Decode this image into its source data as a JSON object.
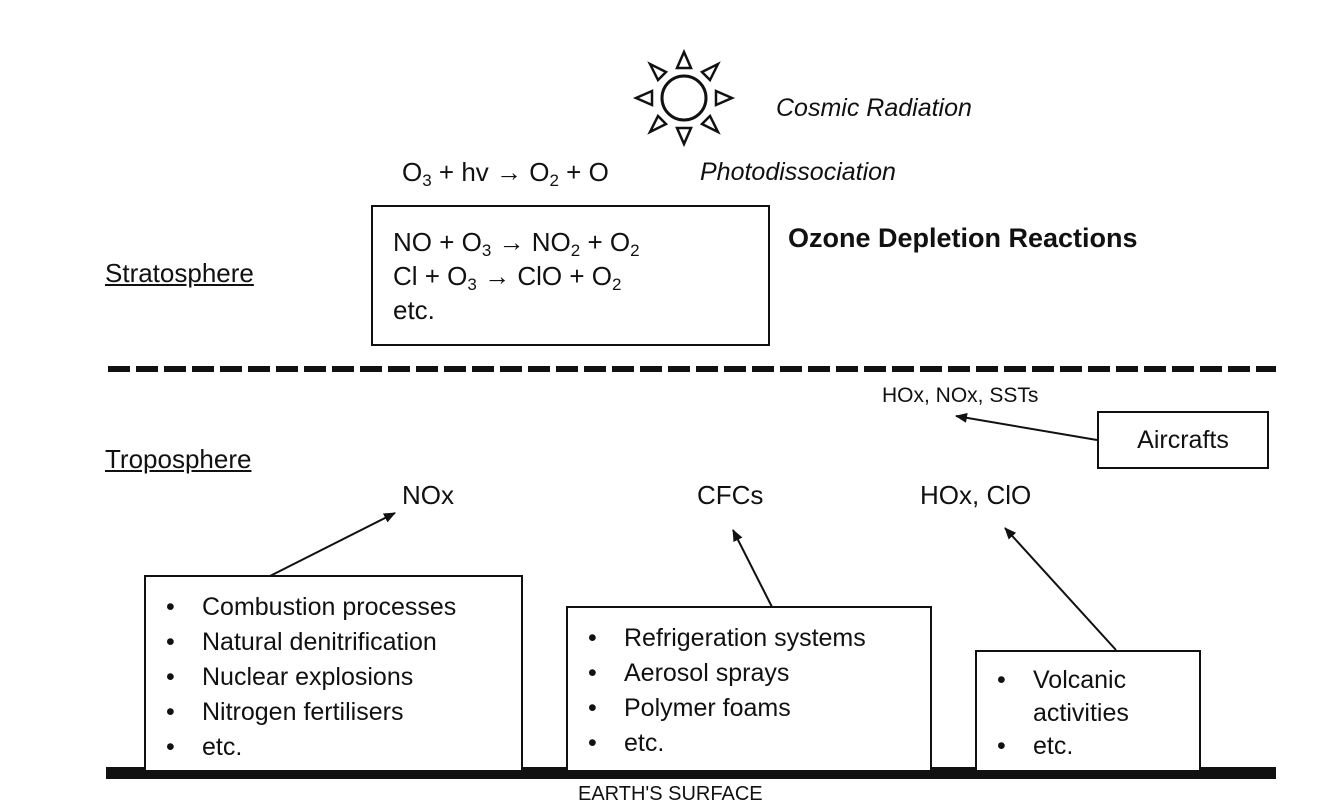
{
  "top": {
    "cosmic_radiation": "Cosmic Radiation",
    "photodissociation_label": "Photodissociation",
    "photo_eq": {
      "a": "O",
      "a_sub": "3",
      "b": " + hv → O",
      "b_sub": "2",
      "c": " + O"
    }
  },
  "stratosphere": {
    "label": "Stratosphere",
    "reaction_title": "Ozone Depletion Reactions",
    "reactions": [
      {
        "p1": "NO + O",
        "s1": "3",
        "p2": " →  NO",
        "s2": "2",
        "p3": " + O",
        "s3": "2"
      },
      {
        "p1": "Cl + O",
        "s1": "3",
        "p2": " →  ClO + O",
        "s2": "2",
        "p3": "",
        "s3": ""
      }
    ],
    "reactions_etc": "etc."
  },
  "troposphere": {
    "label": "Troposphere",
    "aircraft_products": "HOx, NOx, SSTs",
    "aircrafts": "Aircrafts",
    "products": {
      "nox": "NOx",
      "cfcs": "CFCs",
      "hox_clo": "HOx, ClO"
    }
  },
  "sources": {
    "nox": [
      "Combustion processes",
      "Natural denitrification",
      "Nuclear explosions",
      "Nitrogen fertilisers",
      "etc."
    ],
    "cfcs": [
      "Refrigeration systems",
      "Aerosol sprays",
      "Polymer foams",
      "etc."
    ],
    "volcanic": [
      "Volcanic activities",
      "etc."
    ]
  },
  "earth_surface": "EARTH'S SURFACE"
}
